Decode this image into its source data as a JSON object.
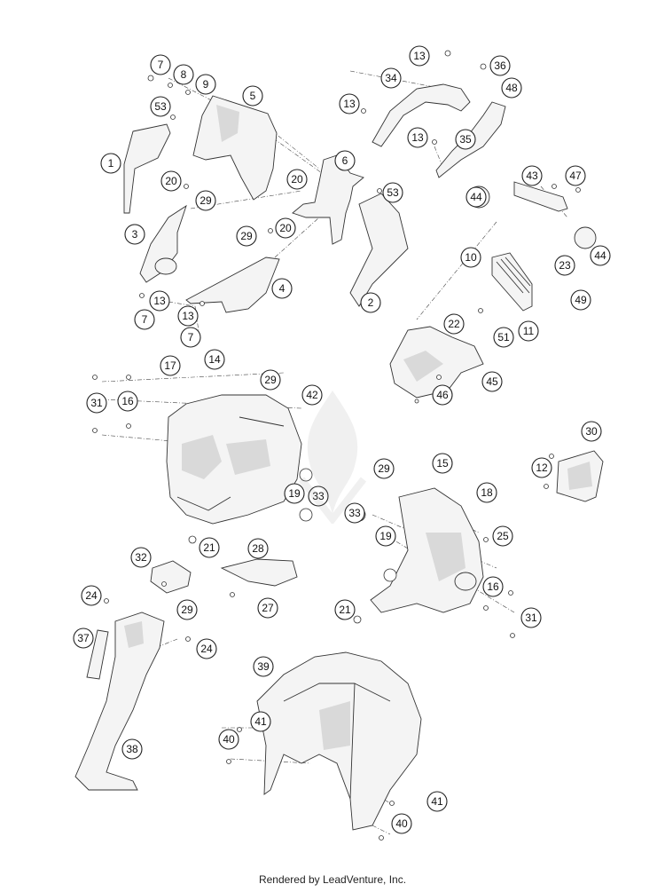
{
  "footer": {
    "credit": "Rendered by LeadVenture, Inc."
  },
  "watermark": {
    "icon": "leadventure-flame-logo"
  },
  "callouts": [
    {
      "label": "7"
    },
    {
      "label": "8"
    },
    {
      "label": "9"
    },
    {
      "label": "5"
    },
    {
      "label": "53"
    },
    {
      "label": "1"
    },
    {
      "label": "20"
    },
    {
      "label": "29"
    },
    {
      "label": "3"
    },
    {
      "label": "29"
    },
    {
      "label": "20"
    },
    {
      "label": "4"
    },
    {
      "label": "13"
    },
    {
      "label": "7"
    },
    {
      "label": "13"
    },
    {
      "label": "7"
    },
    {
      "label": "13"
    },
    {
      "label": "34"
    },
    {
      "label": "36"
    },
    {
      "label": "48"
    },
    {
      "label": "13"
    },
    {
      "label": "13"
    },
    {
      "label": "35"
    },
    {
      "label": "6"
    },
    {
      "label": "20"
    },
    {
      "label": "53"
    },
    {
      "label": "2"
    },
    {
      "label": "43"
    },
    {
      "label": "47"
    },
    {
      "label": "44"
    },
    {
      "label": "44"
    },
    {
      "label": "10"
    },
    {
      "label": "23"
    },
    {
      "label": "49"
    },
    {
      "label": "22"
    },
    {
      "label": "51"
    },
    {
      "label": "11"
    },
    {
      "label": "45"
    },
    {
      "label": "46"
    },
    {
      "label": "17"
    },
    {
      "label": "14"
    },
    {
      "label": "29"
    },
    {
      "label": "42"
    },
    {
      "label": "31"
    },
    {
      "label": "16"
    },
    {
      "label": "19"
    },
    {
      "label": "33"
    },
    {
      "label": "21"
    },
    {
      "label": "30"
    },
    {
      "label": "12"
    },
    {
      "label": "29"
    },
    {
      "label": "15"
    },
    {
      "label": "18"
    },
    {
      "label": "33"
    },
    {
      "label": "25"
    },
    {
      "label": "19"
    },
    {
      "label": "16"
    },
    {
      "label": "31"
    },
    {
      "label": "21"
    },
    {
      "label": "32"
    },
    {
      "label": "28"
    },
    {
      "label": "24"
    },
    {
      "label": "29"
    },
    {
      "label": "27"
    },
    {
      "label": "37"
    },
    {
      "label": "24"
    },
    {
      "label": "38"
    },
    {
      "label": "39"
    },
    {
      "label": "41"
    },
    {
      "label": "40"
    },
    {
      "label": "41"
    },
    {
      "label": "40"
    }
  ]
}
